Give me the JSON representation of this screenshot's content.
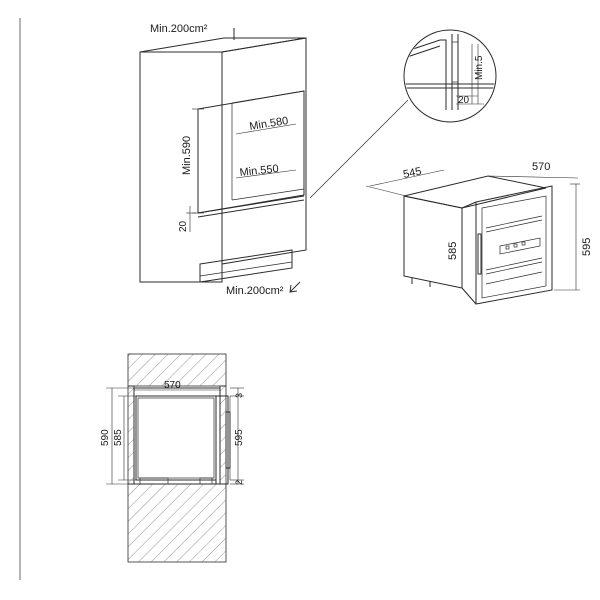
{
  "install": {
    "top_vent": "Min.200cm²",
    "bottom_vent": "Min.200cm²",
    "niche_height": "Min.590",
    "niche_depth_top": "Min.580",
    "niche_depth_bottom": "Min.550",
    "base_offset": "20"
  },
  "detail": {
    "gap_label": "Min.5",
    "offset_label": "20"
  },
  "appliance": {
    "depth": "545",
    "width": "570",
    "height_front": "585",
    "height_total": "595"
  },
  "plan": {
    "width": "570",
    "height_outer": "590",
    "height_inner": "585",
    "height_right": "595",
    "gap_top": "3",
    "gap_bottom": "2"
  }
}
